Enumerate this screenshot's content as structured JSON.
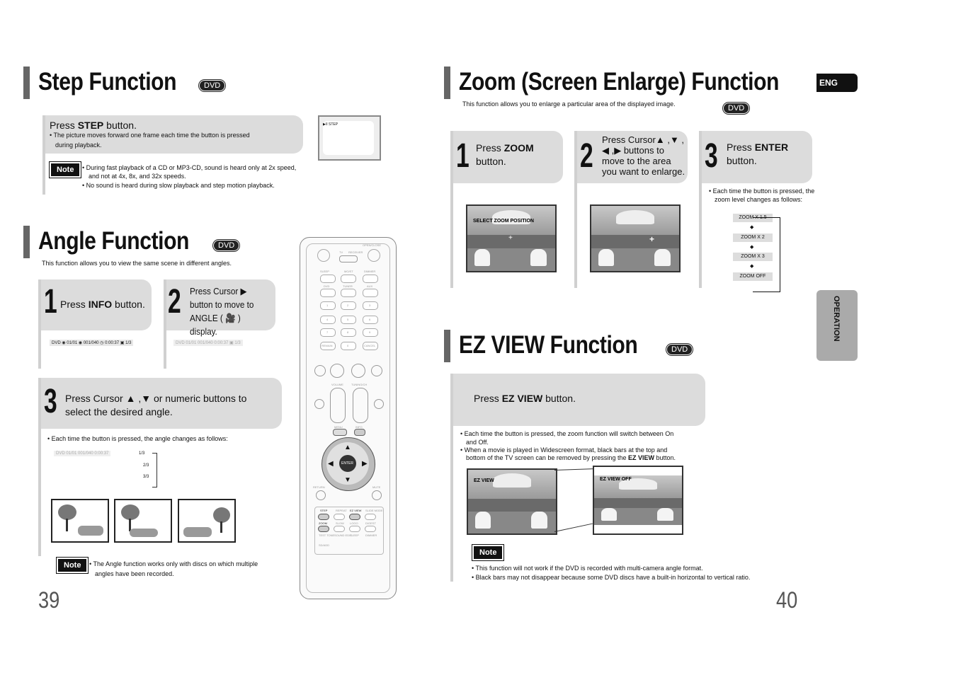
{
  "step": {
    "title": "Step Function",
    "badge": "DVD",
    "press_pre": "Press ",
    "press_key": "STEP",
    "press_post": " button.",
    "bullet1_a": "• The picture moves forward one frame each time the button is pressed",
    "bullet1_b": "during playback.",
    "screen_label": "▶II STEP",
    "note_label": "Note",
    "note1_a": "• During fast playback of a CD or MP3-CD, sound is heard only at 2x speed,",
    "note1_b": "and not at 4x, 8x, and 32x speeds.",
    "note2": "• No sound is heard during slow playback and step motion playback."
  },
  "angle": {
    "title": "Angle Function",
    "badge": "DVD",
    "intro": "This function allows you to view the same scene in different angles.",
    "s1_num": "1",
    "s1_pre": "Press ",
    "s1_key": "INFO",
    "s1_post": " button.",
    "s2_num": "2",
    "s2_l1": "Press Cursor    ▶",
    "s2_l2": "button to move to",
    "s2_l3": "ANGLE ( 🎥 ) display.",
    "s3_num": "3",
    "s3_l1": "Press Cursor  ▲ ,▼  or numeric buttons to",
    "s3_l2": "select the desired angle.",
    "s3_bullet": "• Each time the button is pressed, the angle changes as follows:",
    "status1": "DVD  ◉ 01/01   ◉ 001/040   ◷ 0:00:37   ▣ 1/3",
    "status2": "DVD   01/01    001/040    0:00:37   ▣ 1/3",
    "status3": "DVD   01/01    001/040    0:00:37",
    "angle_1": "1/3",
    "angle_2": "2/3",
    "angle_3": "3/3",
    "note_label": "Note",
    "note_a": "• The Angle function works only with discs on which multiple",
    "note_b": "angles have been recorded."
  },
  "zoom": {
    "title": "Zoom (Screen Enlarge) Function",
    "badge": "DVD",
    "intro": "This function allows you to enlarge a particular area of the displayed image.",
    "s1_num": "1",
    "s1_pre": "Press ",
    "s1_key": "ZOOM",
    "s1_post": "button.",
    "s2_num": "2",
    "s2_l1": "Press Cursor▲ ,▼ ,",
    "s2_l2": "◀ ,▶ buttons to",
    "s2_l3": "move to the area",
    "s2_l4": "you want to enlarge.",
    "s3_num": "3",
    "s3_pre": "Press ",
    "s3_key": "ENTER",
    "s3_post": "button.",
    "screen1_label": "SELECT ZOOM POSITION",
    "bullet_a": "• Each time the button is pressed, the",
    "bullet_b": "zoom level changes as follows:",
    "levels": [
      "ZOOM  X 1.5",
      "ZOOM  X 2",
      "ZOOM  X 3",
      "ZOOM   OFF"
    ]
  },
  "ezview": {
    "title": "EZ VIEW Function",
    "badge": "DVD",
    "press_pre": "Press ",
    "press_key": "EZ VIEW",
    "press_post": " button.",
    "b1_a": "• Each time the button is pressed, the zoom function will switch between On",
    "b1_b": "and Off.",
    "b2_a": "• When a movie is played in Widescreen format, black bars at the top and",
    "b2_b_pre": "bottom of the TV screen can be removed by pressing the ",
    "b2_b_key": "EZ VIEW",
    "b2_b_post": " button.",
    "screen1_label": "EZ VIEW",
    "screen2_label": "EZ VIEW OFF",
    "note_label": "Note",
    "note1": "• This function will not work if the DVD is recorded with multi-camera angle format.",
    "note2": "• Black bars may not disappear because some DVD discs have a built-in horizontal to vertical ratio."
  },
  "side_tab": "OPERATION",
  "lang_tab": "ENG",
  "page_left": "39",
  "page_right": "40",
  "remote": {
    "labels": [
      "OPEN/CLOSE",
      "TV",
      "RECEIVER",
      "SLEEP",
      "MO/ST",
      "DIMMER",
      "TUNER MEMORY",
      "DVD",
      "TUNER",
      "AUX",
      "1",
      "2",
      "3",
      "4",
      "5",
      "6",
      "7",
      "8",
      "9",
      "REMAIN",
      "0",
      "CANCEL",
      "VOLUME",
      "TUNING/CH",
      "MENU",
      "INFO",
      "ENTER",
      "RETURN",
      "MUTE",
      "STEP",
      "REPEAT",
      "EZ VIEW",
      "SLIDE MODE",
      "ZOOM",
      "SLOW",
      "LOGO",
      "DIGEST",
      "TEST TONE",
      "SOUND EDIT",
      "SLEEP",
      "DIMMER",
      "SD/ADD"
    ]
  }
}
